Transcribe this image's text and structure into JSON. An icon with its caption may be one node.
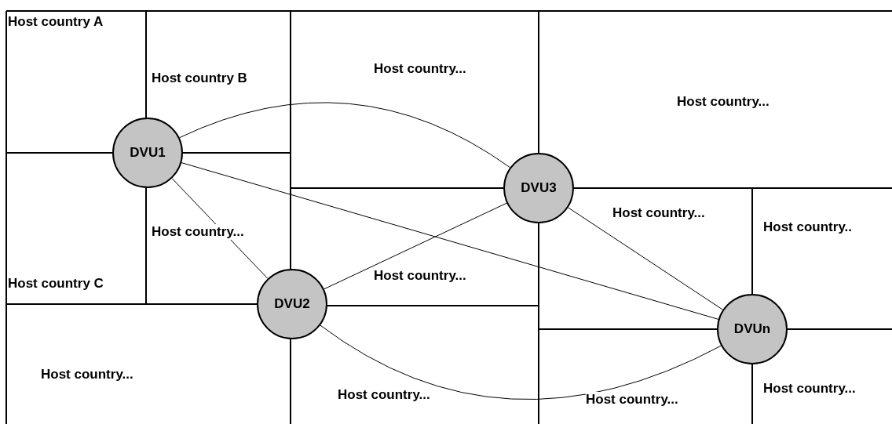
{
  "diagram": {
    "nodes": [
      {
        "text": [
          "DVU1"
        ]
      },
      {
        "text": [
          "DVU2"
        ]
      },
      {
        "text": [
          "DVU3"
        ]
      },
      {
        "text": [
          "DVUn"
        ]
      }
    ],
    "edges": [
      {
        "from": 0,
        "to": 2,
        "arrow": "none"
      },
      {
        "from": 0,
        "to": 1,
        "arrow": "none"
      },
      {
        "from": 0,
        "to": 3,
        "arrow": "none"
      },
      {
        "from": 1,
        "to": 2,
        "arrow": "none"
      },
      {
        "from": 2,
        "to": 3,
        "arrow": "none"
      },
      {
        "from": 1,
        "to": 3,
        "arrow": "none"
      }
    ],
    "labels": [
      "Host country A",
      "Host country B",
      "Host country...",
      "Host country...",
      "Host country...",
      "Host country C",
      "Host country...",
      "Host country...",
      "Host country..",
      "Host country...",
      "Host country...",
      "Host country...",
      "Host country..."
    ]
  }
}
